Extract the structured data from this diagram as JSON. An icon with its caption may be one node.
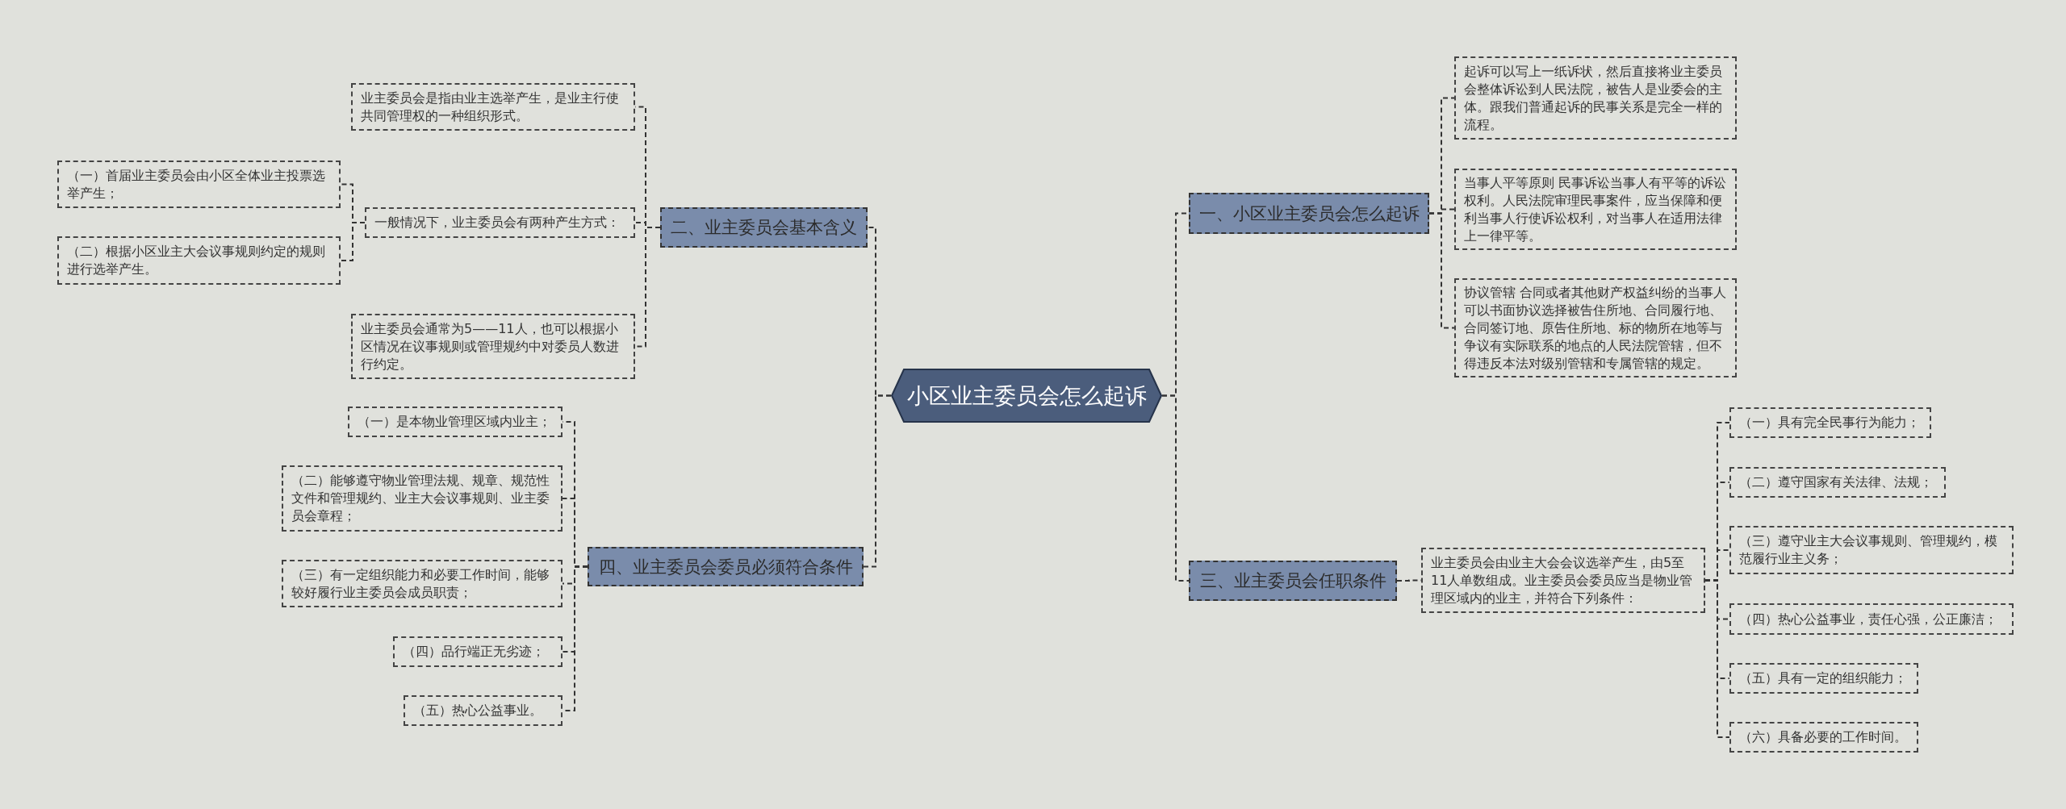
{
  "diagram": {
    "nodes": [
      {
        "text": [
          "小区业主委员会怎么起诉"
        ]
      },
      {
        "text": [
          "二、业主委员会基本含义"
        ]
      },
      {
        "text": [
          "业主委员会是指由业主选举产生，是业主行使共同管理权的一种组织形式。"
        ]
      },
      {
        "text": [
          "一般情况下，业主委员会有两种产生方式："
        ]
      },
      {
        "text": [
          "（一）首届业主委员会由小区全体业主投票选举产生；"
        ]
      },
      {
        "text": [
          "（二）根据小区业主大会议事规则约定的规则进行选举产生。"
        ]
      },
      {
        "text": [
          "业主委员会通常为5——11人，也可以根据小区情况在议事规则或管理规约中对委员人数进行约定。"
        ]
      },
      {
        "text": [
          "四、业主委员会委员必须符合条件"
        ]
      },
      {
        "text": [
          "（一）是本物业管理区域内业主；"
        ]
      },
      {
        "text": [
          "（二）能够遵守物业管理法规、规章、规范性文件和管理规约、业主大会议事规则、业主委员会章程；"
        ]
      },
      {
        "text": [
          "（三）有一定组织能力和必要工作时间，能够较好履行业主委员会成员职责；"
        ]
      },
      {
        "text": [
          "（四）品行端正无劣迹；"
        ]
      },
      {
        "text": [
          "（五）热心公益事业。"
        ]
      },
      {
        "text": [
          "一、小区业主委员会怎么起诉"
        ]
      },
      {
        "text": [
          "起诉可以写上一纸诉状，然后直接将业主委员会整体诉讼到人民法院，被告人是业委会的主体。跟我们普通起诉的民事关系是完全一样的流程。"
        ]
      },
      {
        "text": [
          "当事人平等原则 民事诉讼当事人有平等的诉讼权利。人民法院审理民事案件，应当保障和便利当事人行使诉讼权利，对当事人在适用法律上一律平等。"
        ]
      },
      {
        "text": [
          "协议管辖 合同或者其他财产权益纠纷的当事人可以书面协议选择被告住所地、合同履行地、合同签订地、原告住所地、标的物所在地等与争议有实际联系的地点的人民法院管辖，但不得违反本法对级别管辖和专属管辖的规定。"
        ]
      },
      {
        "text": [
          "三、业主委员会任职条件"
        ]
      },
      {
        "text": [
          "业主委员会由业主大会会议选举产生，由5至11人单数组成。业主委员会委员应当是物业管理区域内的业主，并符合下列条件："
        ]
      },
      {
        "text": [
          "（一）具有完全民事行为能力；"
        ]
      },
      {
        "text": [
          "（二）遵守国家有关法律、法规；"
        ]
      },
      {
        "text": [
          "（三）遵守业主大会议事规则、管理规约，模范履行业主义务；"
        ]
      },
      {
        "text": [
          "（四）热心公益事业，责任心强，公正廉洁；"
        ]
      },
      {
        "text": [
          "（五）具有一定的组织能力；"
        ]
      },
      {
        "text": [
          "（六）具备必要的工作时间。"
        ]
      }
    ],
    "edges": [
      {
        "from": 0,
        "to": 1,
        "arrow": "none"
      },
      {
        "from": 0,
        "to": 7,
        "arrow": "none"
      },
      {
        "from": 0,
        "to": 13,
        "arrow": "none"
      },
      {
        "from": 0,
        "to": 17,
        "arrow": "none"
      },
      {
        "from": 1,
        "to": 2,
        "arrow": "none"
      },
      {
        "from": 1,
        "to": 3,
        "arrow": "none"
      },
      {
        "from": 1,
        "to": 6,
        "arrow": "none"
      },
      {
        "from": 3,
        "to": 4,
        "arrow": "none"
      },
      {
        "from": 3,
        "to": 5,
        "arrow": "none"
      },
      {
        "from": 7,
        "to": 8,
        "arrow": "none"
      },
      {
        "from": 7,
        "to": 9,
        "arrow": "none"
      },
      {
        "from": 7,
        "to": 10,
        "arrow": "none"
      },
      {
        "from": 7,
        "to": 11,
        "arrow": "none"
      },
      {
        "from": 7,
        "to": 12,
        "arrow": "none"
      },
      {
        "from": 13,
        "to": 14,
        "arrow": "none"
      },
      {
        "from": 13,
        "to": 15,
        "arrow": "none"
      },
      {
        "from": 13,
        "to": 16,
        "arrow": "none"
      },
      {
        "from": 17,
        "to": 18,
        "arrow": "none"
      },
      {
        "from": 18,
        "to": 19,
        "arrow": "none"
      },
      {
        "from": 18,
        "to": 20,
        "arrow": "none"
      },
      {
        "from": 18,
        "to": 21,
        "arrow": "none"
      },
      {
        "from": 18,
        "to": 22,
        "arrow": "none"
      },
      {
        "from": 18,
        "to": 23,
        "arrow": "none"
      },
      {
        "from": 18,
        "to": 24,
        "arrow": "none"
      }
    ]
  }
}
